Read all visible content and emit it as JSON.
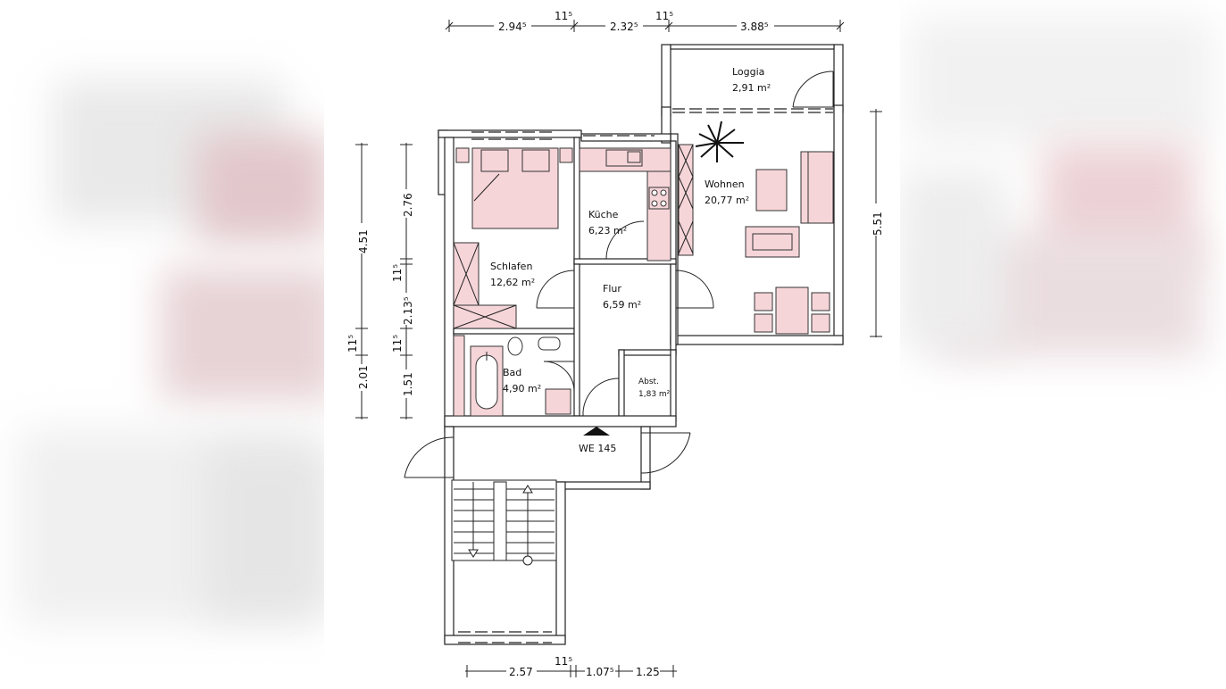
{
  "rooms": {
    "loggia": {
      "name": "Loggia",
      "area": "2,91 m²"
    },
    "wohnen": {
      "name": "Wohnen",
      "area": "20,77 m²"
    },
    "kueche": {
      "name": "Küche",
      "area": "6,23 m²"
    },
    "schlafen": {
      "name": "Schlafen",
      "area": "12,62 m²"
    },
    "flur": {
      "name": "Flur",
      "area": "6,59 m²"
    },
    "bad": {
      "name": "Bad",
      "area": "4,90 m²"
    },
    "abst": {
      "name": "Abst.",
      "area": "1,83 m²"
    }
  },
  "unit_label": "WE 145",
  "dimensions": {
    "top": [
      "2.94⁵",
      "11⁵",
      "2.32⁵",
      "11⁵",
      "3.88⁵"
    ],
    "bottom": [
      "2.57",
      "11⁵",
      "1.07⁵",
      "1.25"
    ],
    "left_outer": [
      "4.51",
      "11⁵",
      "2.01"
    ],
    "left_inner": [
      "2.76",
      "11⁵",
      "2.13⁵",
      "11⁵",
      "1.51"
    ],
    "right": [
      "5.51"
    ]
  },
  "colors": {
    "furniture": "#f6d5d9",
    "wall": "#222222",
    "background": "#ffffff"
  }
}
